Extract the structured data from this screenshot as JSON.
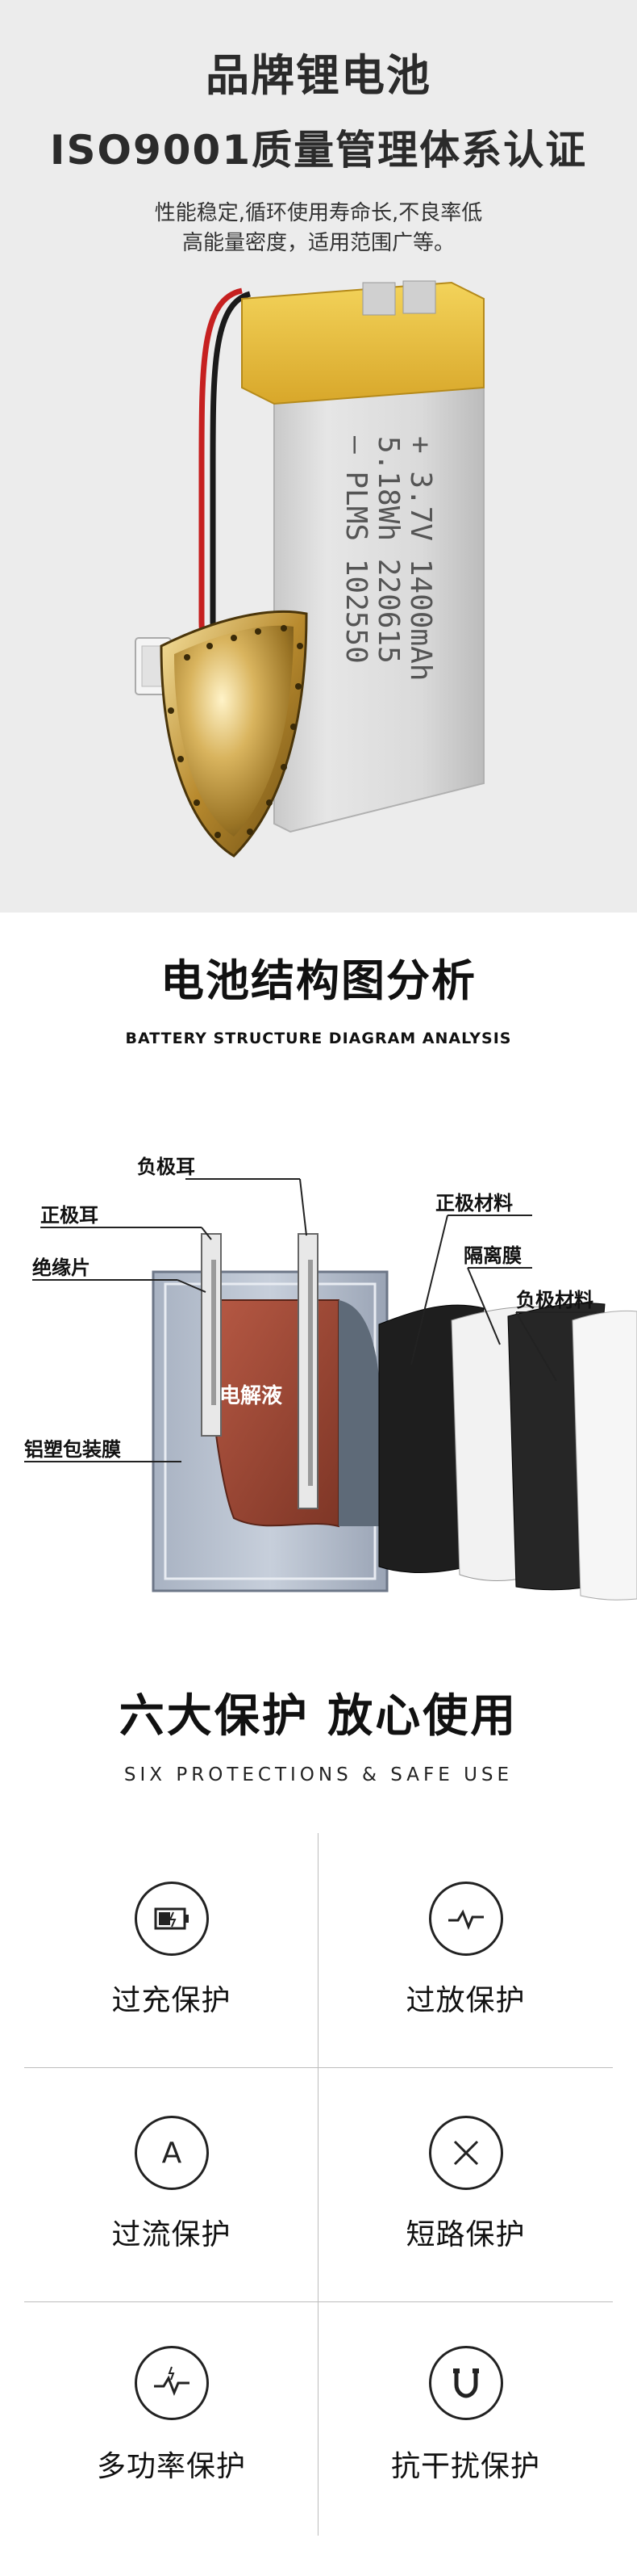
{
  "hero": {
    "title_line1": "品牌锂电池",
    "title_line2": "ISO9001质量管理体系认证",
    "desc_line1": "性能稳定,循环使用寿命长,不良率低",
    "desc_line2": "高能量密度，适用范围广等。",
    "battery_print": {
      "line1": "— PLMS 102550",
      "line2": "5.18Wh 220615",
      "line3": "+ 3.7V 1400mAh"
    }
  },
  "structure": {
    "title": "电池结构图分析",
    "subtitle": "BATTERY STRUCTURE DIAGRAM ANALYSIS",
    "labels": {
      "negative_tab": "负极耳",
      "positive_tab": "正极耳",
      "insulation": "绝缘片",
      "packaging": "铝塑包装膜",
      "electrolyte": "电解液",
      "positive_material": "正极材料",
      "separator": "隔离膜",
      "negative_material": "负极材料"
    }
  },
  "protections": {
    "title": "六大保护 放心使用",
    "subtitle": "SIX PROTECTIONS & SAFE USE",
    "items": [
      {
        "label": "过充保护",
        "icon": "battery-charge-icon"
      },
      {
        "label": "过放保护",
        "icon": "wave-icon"
      },
      {
        "label": "过流保护",
        "icon": "ampere-icon"
      },
      {
        "label": "短路保护",
        "icon": "cross-icon"
      },
      {
        "label": "多功率保护",
        "icon": "power-wave-icon"
      },
      {
        "label": "抗干扰保护",
        "icon": "magnet-icon"
      }
    ]
  },
  "colors": {
    "hero_bg": "#ececec",
    "battery_body": "#d7d7d7",
    "battery_tape": "#e8c33a",
    "shield_gold": "#c9a24a",
    "electrolyte": "#9b4a3a"
  }
}
